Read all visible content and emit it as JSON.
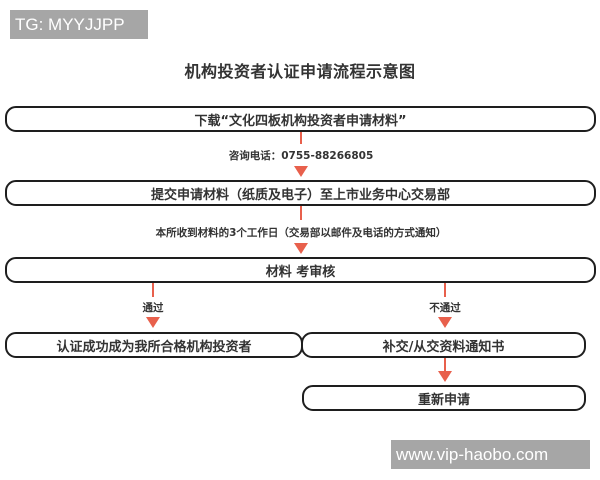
{
  "watermarks": {
    "top": "TG: MYYJJPP",
    "bottom": "www.vip-haobo.com"
  },
  "diagram": {
    "title": "机构投资者认证申请流程示意图",
    "steps": [
      {
        "id": "download",
        "label": "下载“文化四板机构投资者申请材料”"
      },
      {
        "id": "submit",
        "label": "提交申请材料（纸质及电子）至上市业务中心交易部"
      },
      {
        "id": "review",
        "label": "材料 考审核"
      },
      {
        "id": "success",
        "label": "认证成功成为我所合格机构投资者"
      },
      {
        "id": "notice",
        "label": "补交/从交资料通知书"
      },
      {
        "id": "reapply",
        "label": "重新申请"
      }
    ],
    "edges": [
      {
        "from": "download",
        "to": "submit",
        "label": "咨询电话：0755-88266805"
      },
      {
        "from": "submit",
        "to": "review",
        "label": "本所收到材料的3个工作日（交易部以邮件及电话的方式通知）"
      },
      {
        "from": "review",
        "to": "success",
        "label": "通过"
      },
      {
        "from": "review",
        "to": "notice",
        "label": "不通过"
      },
      {
        "from": "notice",
        "to": "reapply",
        "label": ""
      }
    ],
    "colors": {
      "arrow": "#e8604c",
      "box_border": "#1e1e1e",
      "text": "#333333",
      "watermark_bg": "#a6a6a6"
    }
  }
}
